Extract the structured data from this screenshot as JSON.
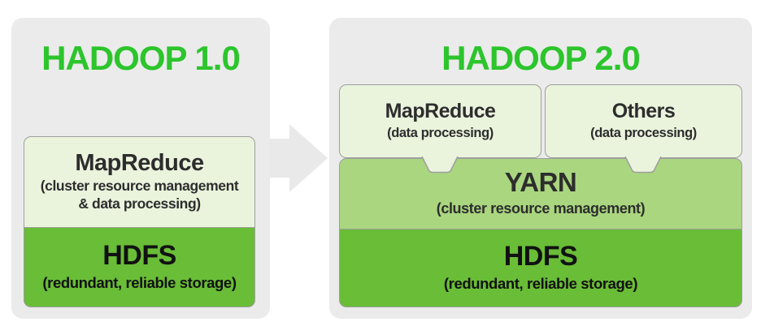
{
  "diagram": {
    "type": "architecture-comparison",
    "subject": "Hadoop 1.0 vs Hadoop 2.0"
  },
  "colors": {
    "title_green": "#2cc52c",
    "panel_gray": "#ebebeb",
    "light_green_box": "#eaf4dd",
    "yarn_green": "#a9d67f",
    "hdfs_green": "#69bd37",
    "border_gray": "#9e9e9e",
    "arrow_gray": "#e9e9e9",
    "dark_text": "#2d2d2d"
  },
  "left_panel": {
    "title": "HADOOP 1.0",
    "mapreduce_box": {
      "title": "MapReduce",
      "caption_line1": "(cluster resource management",
      "caption_line2": "& data processing)"
    },
    "hdfs_box": {
      "title": "HDFS",
      "caption": "(redundant, reliable storage)"
    }
  },
  "arrow": {
    "icon": "right-arrow",
    "meaning": "evolution from Hadoop 1.0 to Hadoop 2.0"
  },
  "right_panel": {
    "title": "HADOOP 2.0",
    "mapreduce_box": {
      "title": "MapReduce",
      "caption": "(data processing)"
    },
    "others_box": {
      "title": "Others",
      "caption": "(data processing)"
    },
    "yarn_box": {
      "title": "YARN",
      "caption": "(cluster resource management)"
    },
    "hdfs_box": {
      "title": "HDFS",
      "caption": "(redundant, reliable storage)"
    }
  }
}
